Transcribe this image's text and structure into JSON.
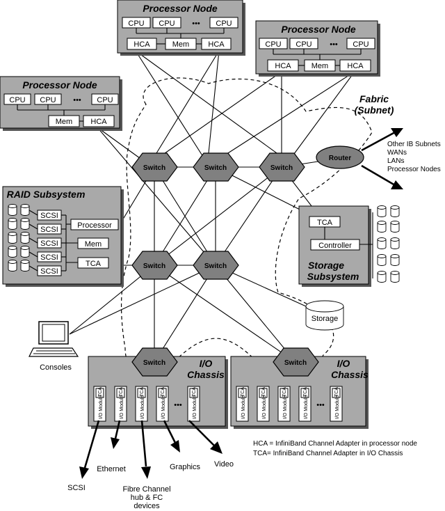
{
  "processor_nodes": [
    {
      "title": "Processor Node",
      "cpus": [
        "CPU",
        "CPU",
        "•••",
        "CPU"
      ],
      "hca": "HCA",
      "mem": "Mem",
      "hca2": "HCA"
    },
    {
      "title": "Processor Node",
      "cpus": [
        "CPU",
        "CPU",
        "•••",
        "CPU"
      ],
      "hca": "HCA",
      "mem": "Mem",
      "hca2": "HCA"
    },
    {
      "title": "Processor Node",
      "cpus": [
        "CPU",
        "CPU",
        "•••",
        "CPU"
      ],
      "mem": "Mem",
      "hca": "HCA"
    }
  ],
  "fabric": {
    "title_line1": "Fabric",
    "title_line2": "(Subnet)"
  },
  "switch_label": "Switch",
  "router": {
    "label": "Router",
    "targets": [
      "Other IB Subnets",
      "WANs",
      "LANs",
      "Processor Nodes"
    ]
  },
  "raid": {
    "title": "RAID Subsystem",
    "scsi": [
      "SCSI",
      "SCSI",
      "SCSI",
      "SCSI",
      "SCSI"
    ],
    "processor": "Processor",
    "mem": "Mem",
    "tca": "TCA"
  },
  "storage_subsystem": {
    "tca": "TCA",
    "controller": "Controller",
    "title_line1": "Storage",
    "title_line2": "Subsystem"
  },
  "storage": {
    "label": "Storage"
  },
  "consoles": {
    "label": "Consoles"
  },
  "io_chassis": [
    {
      "title_line1": "I/O",
      "title_line2": "Chassis",
      "module_tca": "TCA",
      "module_label": "I/O Module",
      "ellipsis": "•••"
    },
    {
      "title_line1": "I/O",
      "title_line2": "Chassis",
      "module_tca": "TCA",
      "module_label": "I/O Module",
      "ellipsis": "•••"
    }
  ],
  "io_outputs": {
    "scsi": "SCSI",
    "ethernet": "Ethernet",
    "fc_line1": "Fibre Channel",
    "fc_line2": "hub & FC",
    "fc_line3": "devices",
    "graphics": "Graphics",
    "video": "Video"
  },
  "legend": {
    "hca": "HCA = InfiniBand Channel Adapter in processor node",
    "tca": "TCA= InfiniBand Channel Adapter in I/O Chassis"
  }
}
